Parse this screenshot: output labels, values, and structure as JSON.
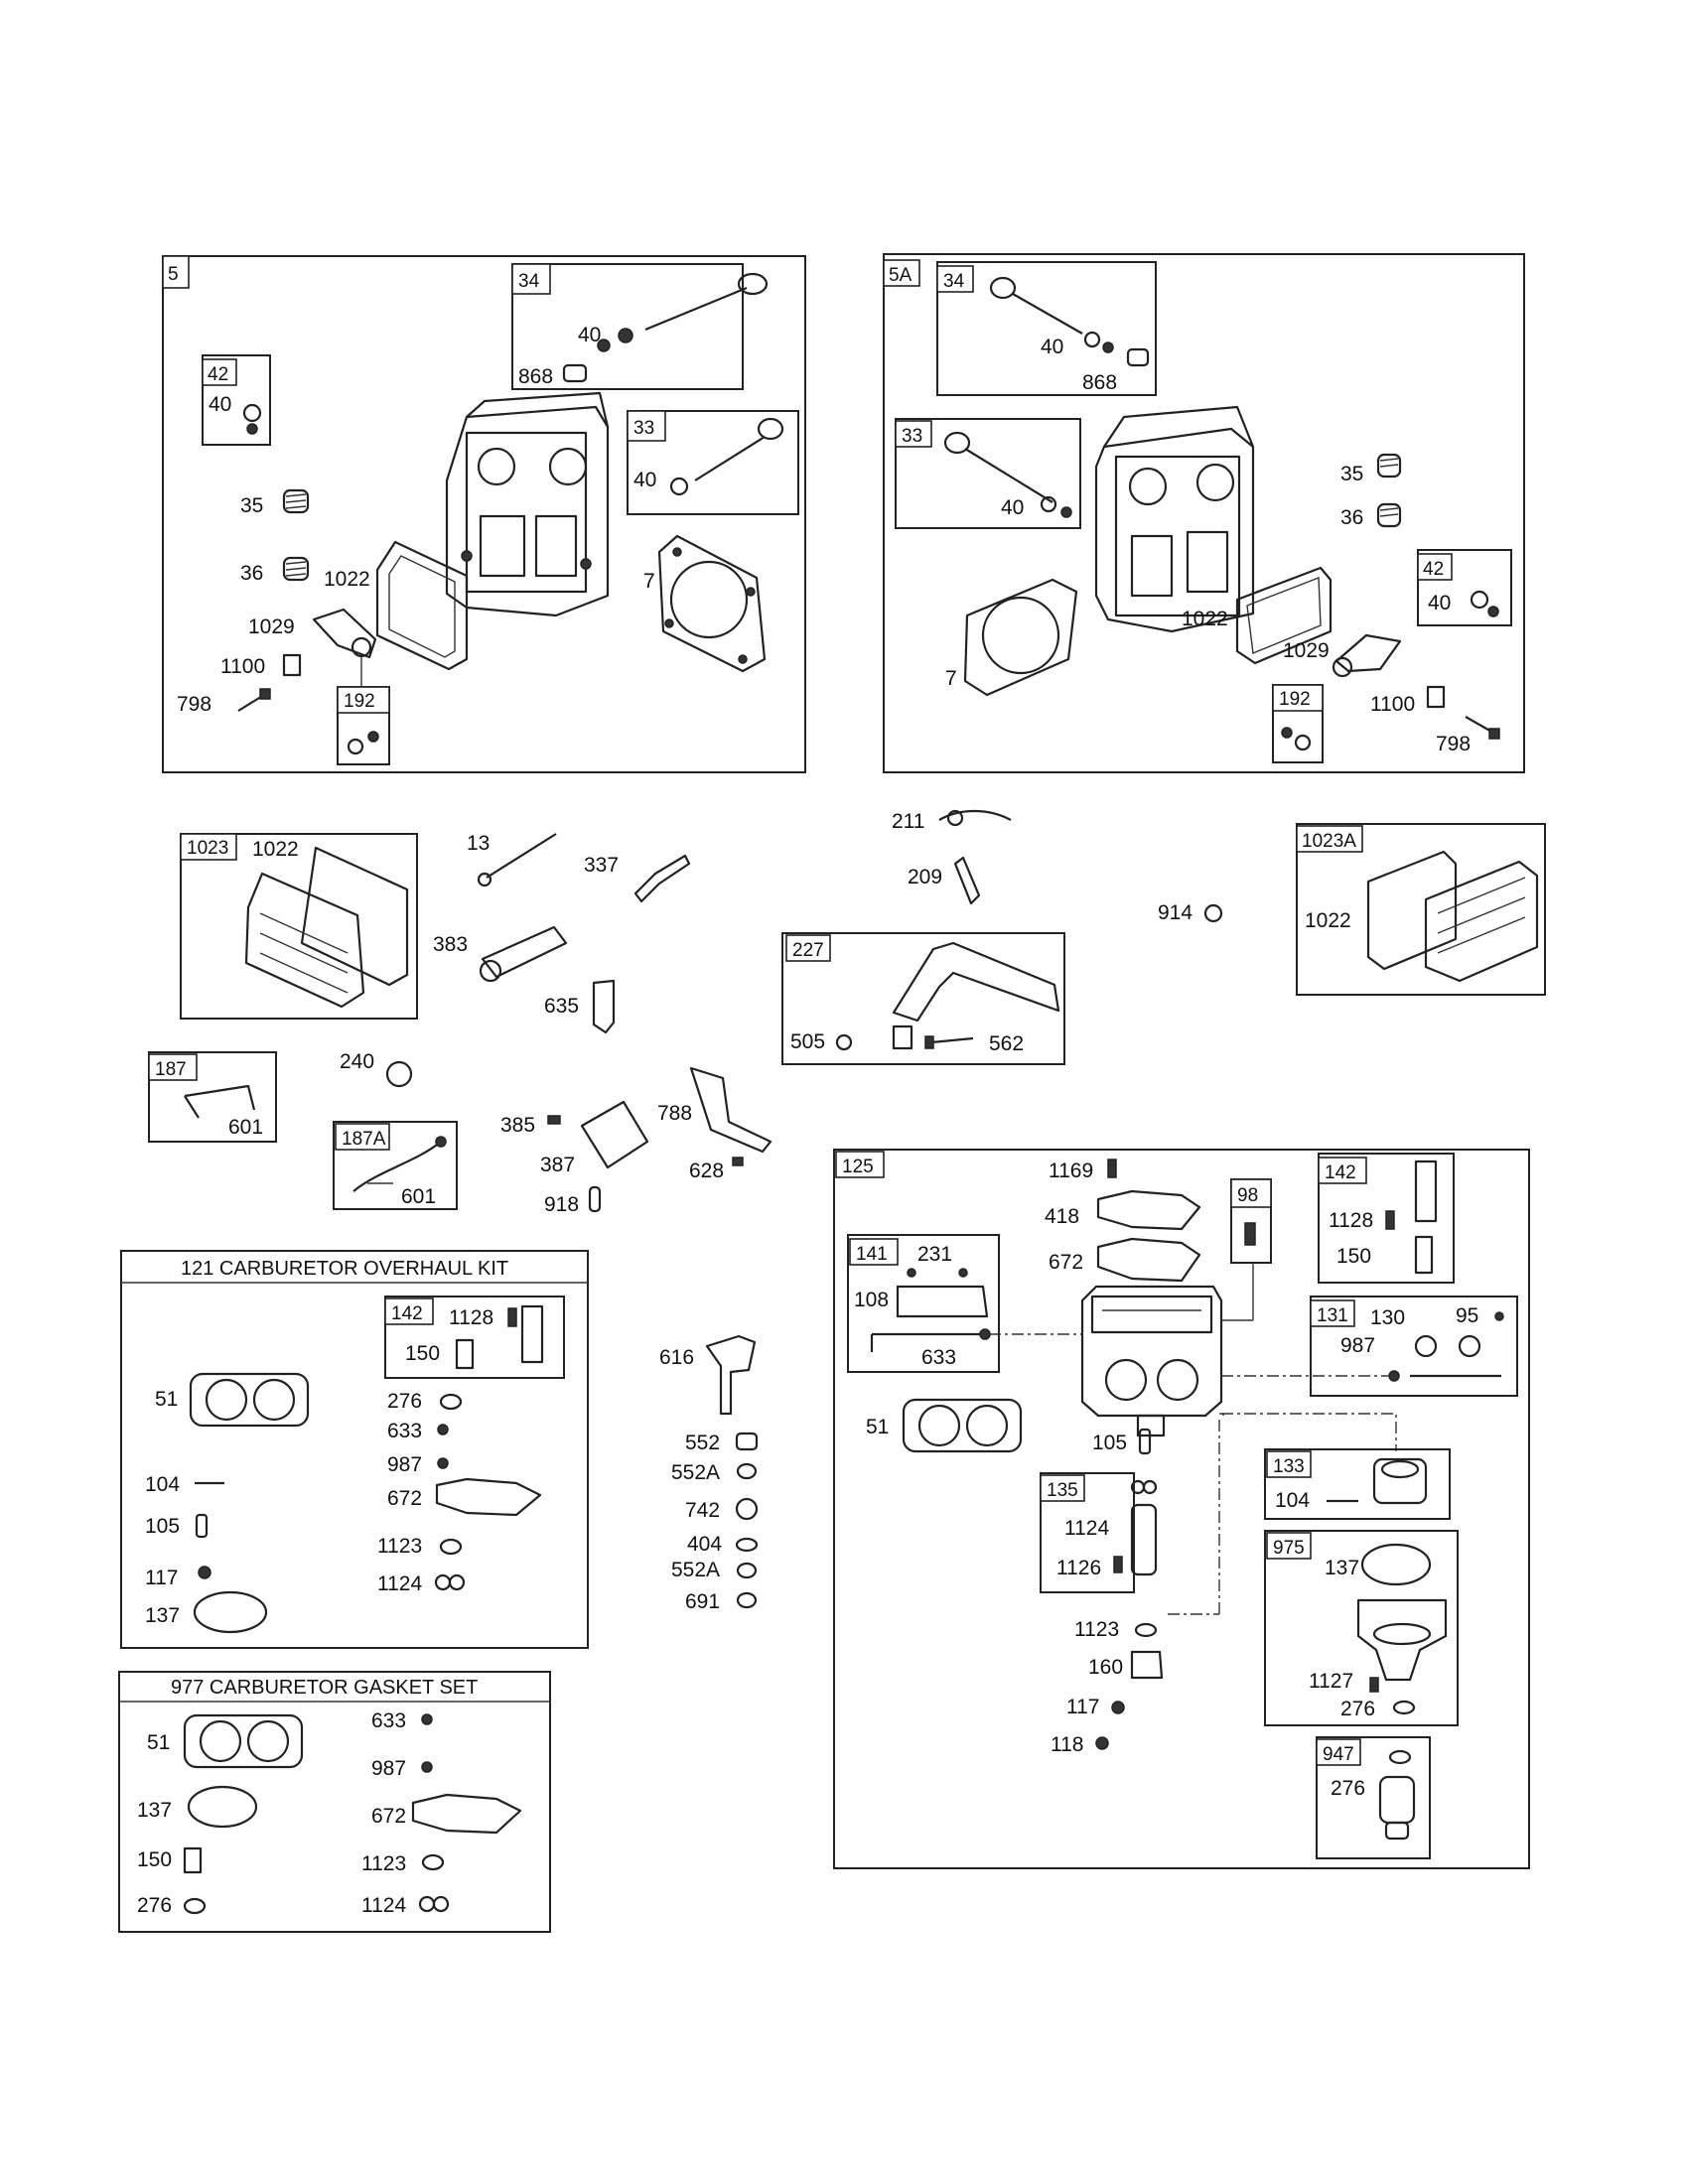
{
  "panels": {
    "p5": {
      "id": "5",
      "sub34": {
        "id": "34",
        "l40": "40",
        "l868": "868"
      },
      "sub42": {
        "id": "42",
        "l40": "40"
      },
      "sub33": {
        "id": "33",
        "l40": "40"
      },
      "l35": "35",
      "l36": "36",
      "l1022": "1022",
      "l7": "7",
      "l1029": "1029",
      "l1100": "1100",
      "l798": "798",
      "sub192": {
        "id": "192"
      }
    },
    "p5a": {
      "id": "5A",
      "sub34": {
        "id": "34",
        "l40": "40",
        "l868": "868"
      },
      "sub33": {
        "id": "33",
        "l40": "40"
      },
      "l35": "35",
      "l36": "36",
      "sub42": {
        "id": "42",
        "l40": "40"
      },
      "l1022": "1022",
      "l7": "7",
      "l1029": "1029",
      "sub192": {
        "id": "192"
      },
      "l1100": "1100",
      "l798": "798"
    },
    "p1023": {
      "id": "1023",
      "l1022": "1022"
    },
    "p1023a": {
      "id": "1023A",
      "l1022": "1022"
    },
    "p227": {
      "id": "227",
      "l505": "505",
      "l562": "562"
    },
    "p187": {
      "id": "187",
      "l601": "601"
    },
    "p187a": {
      "id": "187A",
      "l601": "601"
    },
    "p121": {
      "title": "121 CARBURETOR OVERHAUL KIT",
      "sub142": {
        "id": "142",
        "l1128": "1128",
        "l150": "150"
      },
      "labels": [
        "51",
        "104",
        "105",
        "117",
        "137",
        "276",
        "633",
        "987",
        "672",
        "1123",
        "1124"
      ]
    },
    "p977": {
      "title": "977 CARBURETOR GASKET SET",
      "labels": [
        "51",
        "137",
        "150",
        "276",
        "633",
        "987",
        "672",
        "1123",
        "1124"
      ]
    },
    "p125": {
      "id": "125",
      "l1169": "1169",
      "l418": "418",
      "l672": "672",
      "sub98": {
        "id": "98"
      },
      "sub142": {
        "id": "142",
        "l1128": "1128",
        "l150": "150"
      },
      "sub141": {
        "id": "141",
        "l231": "231",
        "l108": "108",
        "l633": "633"
      },
      "sub131": {
        "id": "131",
        "l130": "130",
        "l95": "95",
        "l987": "987"
      },
      "l51": "51",
      "l105": "105",
      "sub133": {
        "id": "133",
        "l104": "104"
      },
      "sub135": {
        "id": "135",
        "l1124": "1124",
        "l1126": "1126"
      },
      "sub975": {
        "id": "975",
        "l137": "137",
        "l1127": "1127",
        "l276": "276"
      },
      "l1123": "1123",
      "l160": "160",
      "l117": "117",
      "l118": "118",
      "sub947": {
        "id": "947",
        "l276": "276"
      }
    }
  },
  "loose": {
    "l13": "13",
    "l337": "337",
    "l383": "383",
    "l635": "635",
    "l211": "211",
    "l209": "209",
    "l914": "914",
    "l240": "240",
    "l385": "385",
    "l387": "387",
    "l918": "918",
    "l788": "788",
    "l628": "628",
    "l616": "616",
    "l552": "552",
    "l552a1": "552A",
    "l742": "742",
    "l404": "404",
    "l552a2": "552A",
    "l691": "691"
  }
}
